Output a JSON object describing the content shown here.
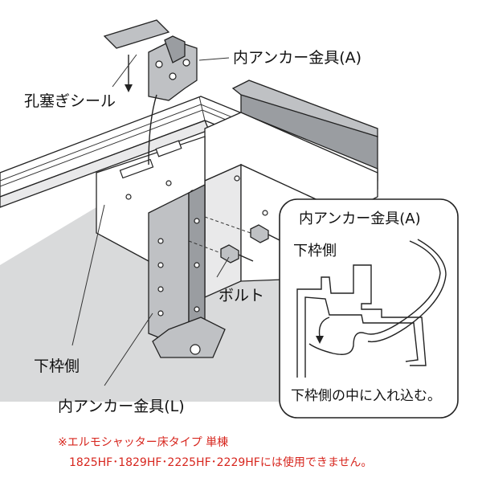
{
  "labels": {
    "anchor_a": "内アンカー金具(A)",
    "seal": "孔塞ぎシール",
    "bolt": "ボルト",
    "lower_frame_side": "下枠側",
    "anchor_l": "内アンカー金具(L)"
  },
  "inset": {
    "title": "内アンカー金具(A)",
    "lower_frame_side": "下枠側",
    "caption": "下枠側の中に入れ込む。"
  },
  "note": {
    "line1": "※エルモシャッター床タイプ 単棟",
    "line2": "1825HF･1829HF･2225HF･2229HFには使用できません。"
  },
  "colors": {
    "note_red": "#d7261e",
    "metal": "#bfc1c4",
    "floor": "#d9dadb"
  }
}
